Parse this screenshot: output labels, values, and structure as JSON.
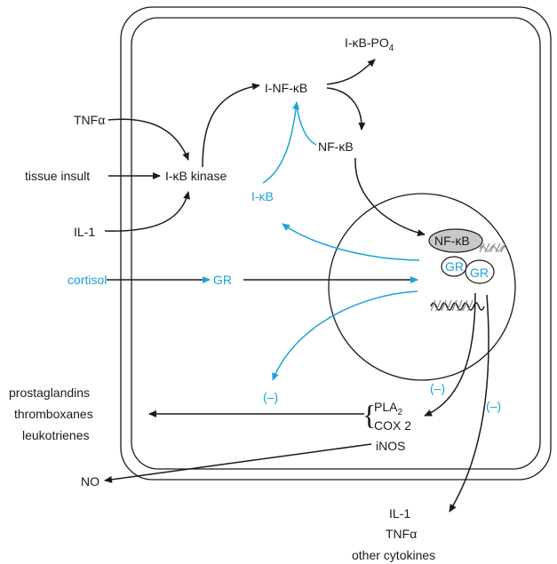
{
  "labels": {
    "i_kb_po4": "I-κB-PO",
    "i_kb_po4_sub": "4",
    "i_nf_kb": "I-NF-κB",
    "nf_kb": "NF-κB",
    "tnfa_in": "TNFα",
    "tissue_insult": "tissue insult",
    "i_kb_kinase": "I-κB kinase",
    "il1_in": "IL-1",
    "i_kb": "I-κB",
    "cortisol": "cortisol",
    "gr": "GR",
    "nf_kb_nucleus": "NF-κB",
    "gr_bound_1": "GR",
    "gr_bound_2": "GR",
    "minus_1": "(–)",
    "minus_2": "(–)",
    "minus_3": "(–)",
    "prostaglandins": "prostaglandins",
    "thromboxanes": "thromboxanes",
    "leukotrienes": "leukotrienes",
    "pla2": "PLA",
    "pla2_sub": "2",
    "cox2": "COX 2",
    "inos": "iNOS",
    "no": "NO",
    "il1_out": "IL-1",
    "tnfa_out": "TNFα",
    "other_cytokines": "other cytokines"
  },
  "colors": {
    "black": "#1a1a1a",
    "blue": "#1ba3d6",
    "nfkb_fill": "#c8c8c8"
  }
}
